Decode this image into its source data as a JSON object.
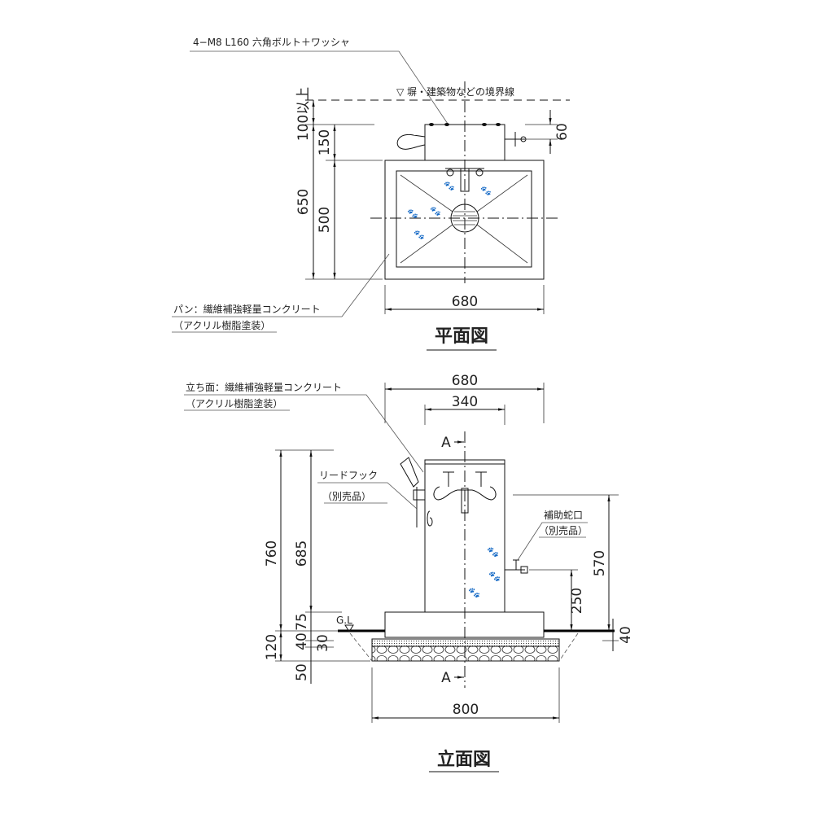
{
  "plan": {
    "title": "平面図",
    "bolt_label": "4−M8 L160 六角ボルト＋ワッシャ",
    "boundary_label": "▽ 塀・建築物などの境界線",
    "pan_label_1": "パン：繊維補強軽量コンクリート",
    "pan_label_2": "（アクリル樹脂塗装）",
    "dims": {
      "clearance": "100以上",
      "depth_total": "650",
      "box": "150",
      "pan": "500",
      "faucet_offset": "60",
      "width": "680"
    }
  },
  "elevation": {
    "title": "立面図",
    "column_label_1": "立ち面：繊維補強軽量コンクリート",
    "column_label_2": "（アクリル樹脂塗装）",
    "lead_hook_label_1": "リードフック",
    "lead_hook_label_2": "（別売品）",
    "aux_faucet_label_1": "補助蛇口",
    "aux_faucet_label_2": "（別売品）",
    "section_mark": "A",
    "ground_level": "G.L",
    "dims": {
      "width": "680",
      "column_width": "340",
      "height_total": "760",
      "column_height": "685",
      "base": "75",
      "gl_to_base": "120",
      "d40": "40",
      "d30": "30",
      "d50": "50",
      "aux_height": "570",
      "aux_outlet": "250",
      "right40": "40",
      "gravel_width": "800"
    }
  }
}
